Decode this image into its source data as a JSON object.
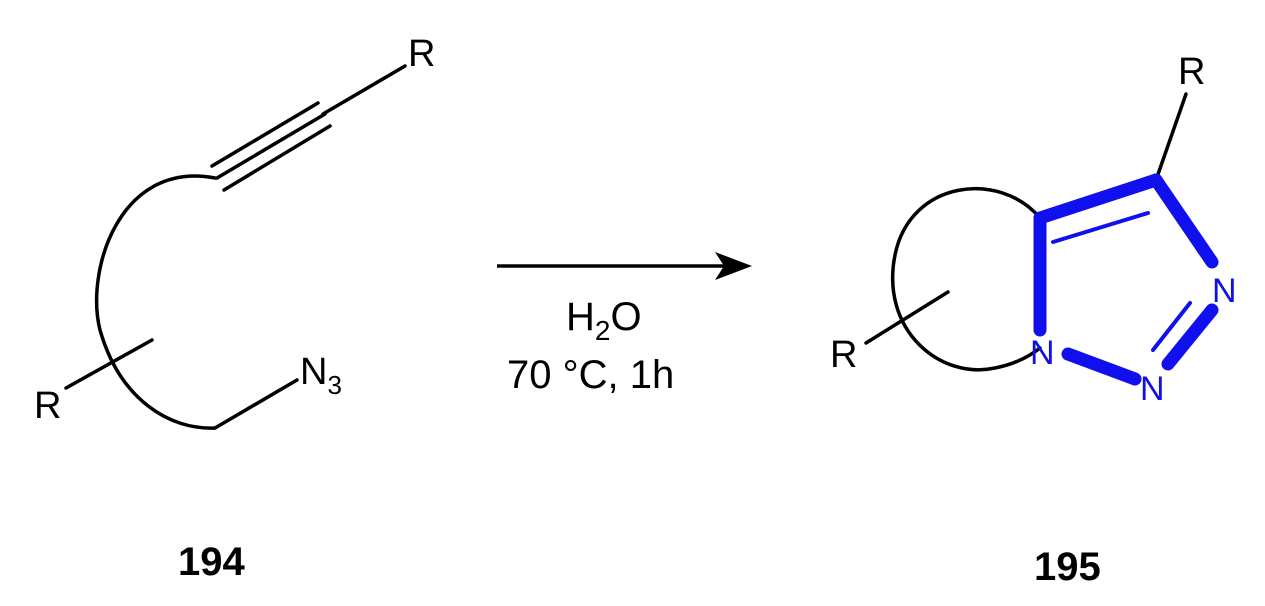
{
  "reactant": {
    "compound_number": "194",
    "substituent_alkyne": "R",
    "substituent_ring": "R",
    "azide_label": "N",
    "azide_subscript": "3"
  },
  "conditions": {
    "reagent_main": "H",
    "reagent_sub": "2",
    "reagent_tail": "O",
    "line2": "70 °C, 1h"
  },
  "product": {
    "compound_number": "195",
    "substituent_top": "R",
    "substituent_ring": "R",
    "n1": "N",
    "n2": "N",
    "n3": "N"
  },
  "colors": {
    "highlight": "#1010ee",
    "ink": "#000000"
  }
}
